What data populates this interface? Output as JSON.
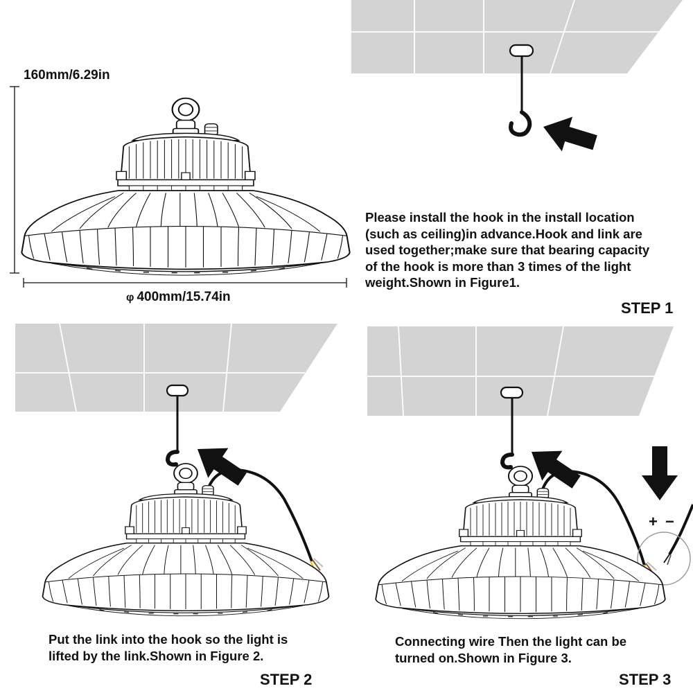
{
  "dimensions": {
    "height_label": "160mm/6.29in",
    "diameter_symbol": "φ",
    "diameter_label": "400mm/15.74in"
  },
  "step1": {
    "label": "STEP 1",
    "lines": [
      "Please install the hook in the install location",
      "(such as ceiling)in advance.Hook and link are",
      "used together;make sure that bearing capacity",
      "of the hook is more than 3 times of the light",
      "weight.Shown in Figure1."
    ]
  },
  "step2": {
    "label": "STEP 2",
    "lines": [
      "Put the link into the hook so the light is",
      "lifted by the link.Shown in Figure 2."
    ]
  },
  "step3": {
    "label": "STEP 3",
    "lines": [
      "Connecting wire Then the light can be",
      "turned on.Shown in Figure 3."
    ],
    "polarity_plus": "+",
    "polarity_minus": "−"
  },
  "colors": {
    "ceiling": "#d3d3d3",
    "ink": "#111111",
    "wire_yellow": "#f2c21b",
    "wire_brown": "#8b5a2b"
  }
}
